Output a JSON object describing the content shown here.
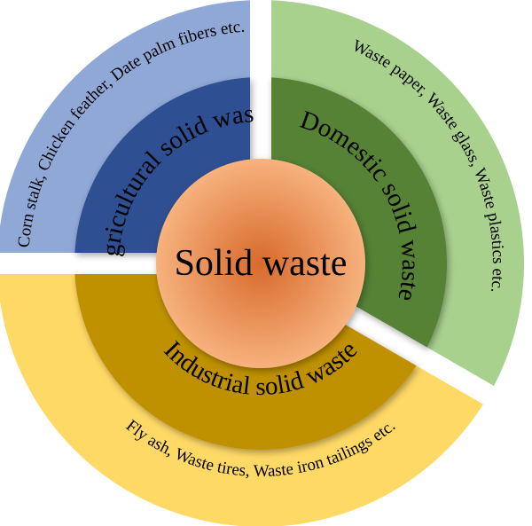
{
  "center": {
    "label": "Solid waste",
    "color_light": "#f7b27e",
    "color_dark": "#d86a2c"
  },
  "segments": [
    {
      "inner_label": "Agricultural solid waste",
      "outer_label": "Corn stalk, Chicken feather, Date palm fibers etc.",
      "outer_color": "#8fa8d6",
      "inner_color": "#2d4f91"
    },
    {
      "inner_label": "Domestic solid waste",
      "outer_label": "Waste paper, Waste glass, Waste plastics etc.",
      "outer_color": "#a9d18e",
      "inner_color": "#548235"
    },
    {
      "inner_label": "Industrial solid waste",
      "outer_label": "Fly ash, Waste tires, Waste iron tailings etc.",
      "outer_color": "#ffd966",
      "inner_color": "#bf9000"
    }
  ]
}
